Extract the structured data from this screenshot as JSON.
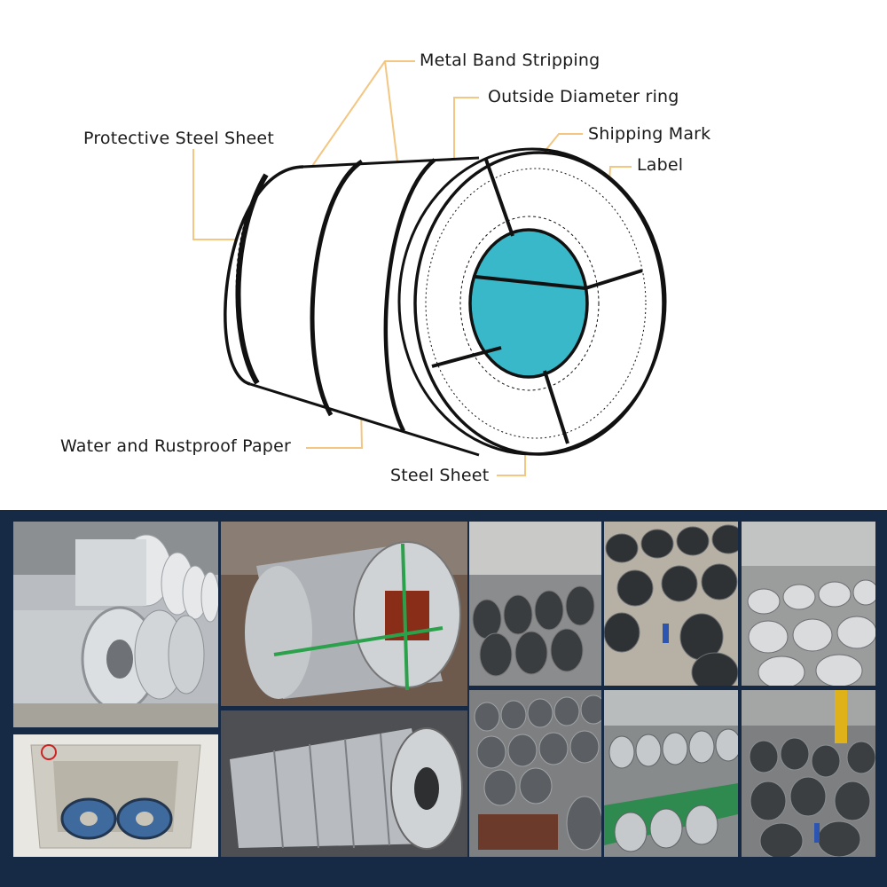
{
  "diagram": {
    "labels": {
      "metal_band_stripping": "Metal Band Stripping",
      "outside_diameter_ring": "Outside Diameter ring",
      "shipping_mark": "Shipping Mark",
      "label": "Label",
      "protective_steel_sheet": "Protective Steel Sheet",
      "water_rustproof_paper": "Water and Rustproof Paper",
      "steel_sheet": "Steel Sheet"
    },
    "colors": {
      "leader_line": "#f3c681",
      "core": "#38b8c8",
      "outline": "#111111"
    }
  },
  "gallery": {
    "background": "#162a45",
    "photos": [
      {
        "name": "galvanized-coils-warehouse"
      },
      {
        "name": "steel-coil-strapped-closeup"
      },
      {
        "name": "coil-yard-rows"
      },
      {
        "name": "black-coils-worker"
      },
      {
        "name": "coil-warehouse-gantry"
      },
      {
        "name": "coils-in-container"
      },
      {
        "name": "slit-steel-coil"
      },
      {
        "name": "coil-stacks-rail"
      },
      {
        "name": "coil-rows-green-floor"
      },
      {
        "name": "coil-yard-crane"
      }
    ]
  }
}
